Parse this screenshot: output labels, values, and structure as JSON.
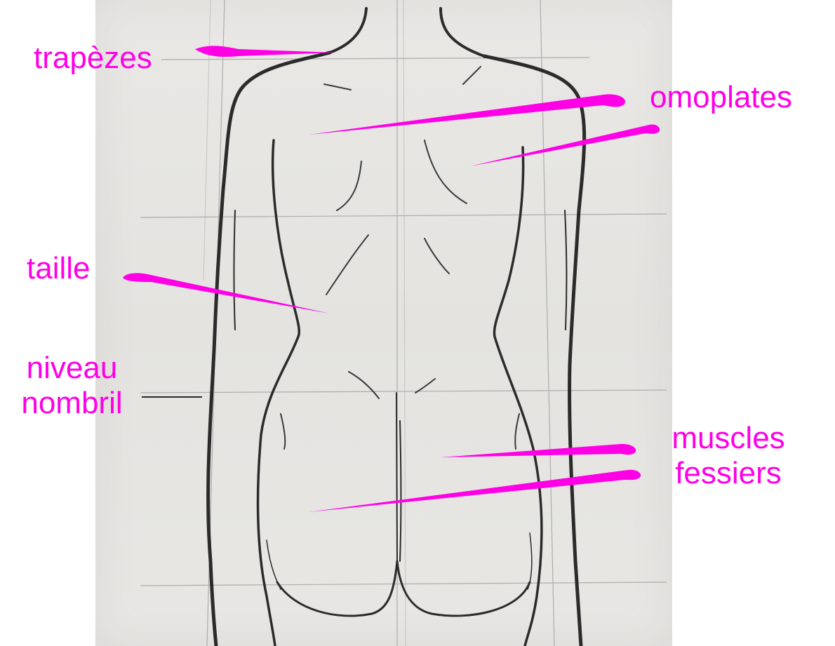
{
  "labels": {
    "trapezes": "trapèzes",
    "omoplates": "omoplates",
    "taille": "taille",
    "niveau_nombril_line1": "niveau",
    "niveau_nombril_line2": "nombril",
    "muscles_fessiers_line1": "muscles",
    "muscles_fessiers_line2": "fessiers"
  },
  "colors": {
    "annotation": "#ff00e6",
    "pencil": "#2b2b2b",
    "paper": "#e6e5e2"
  }
}
